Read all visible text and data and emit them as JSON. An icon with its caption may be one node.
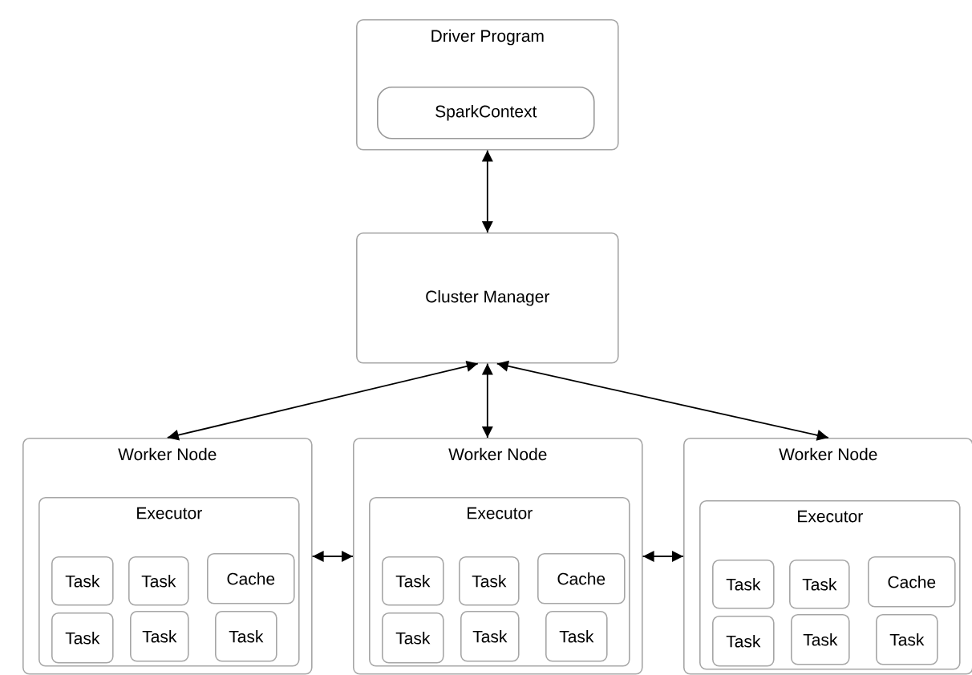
{
  "diagram": {
    "nodes": [
      {
        "text": [
          "Driver Program"
        ]
      },
      {
        "text": [
          "SparkContext"
        ],
        "in": 0
      },
      {
        "text": [
          "Cluster Manager"
        ]
      },
      {
        "text": [
          "Worker Node"
        ]
      },
      {
        "text": [
          "Executor"
        ],
        "in": 3
      },
      {
        "text": [
          "Task"
        ],
        "in": 4
      },
      {
        "text": [
          "Task"
        ],
        "in": 4
      },
      {
        "text": [
          "Cache"
        ],
        "in": 4
      },
      {
        "text": [
          "Task"
        ],
        "in": 4
      },
      {
        "text": [
          "Task"
        ],
        "in": 4
      },
      {
        "text": [
          "Task"
        ],
        "in": 4
      },
      {
        "text": [
          "Worker Node"
        ]
      },
      {
        "text": [
          "Executor"
        ],
        "in": 11
      },
      {
        "text": [
          "Task"
        ],
        "in": 12
      },
      {
        "text": [
          "Task"
        ],
        "in": 12
      },
      {
        "text": [
          "Cache"
        ],
        "in": 12
      },
      {
        "text": [
          "Task"
        ],
        "in": 12
      },
      {
        "text": [
          "Task"
        ],
        "in": 12
      },
      {
        "text": [
          "Task"
        ],
        "in": 12
      },
      {
        "text": [
          "Worker Node"
        ]
      },
      {
        "text": [
          "Executor"
        ],
        "in": 19
      },
      {
        "text": [
          "Task"
        ],
        "in": 20
      },
      {
        "text": [
          "Task"
        ],
        "in": 20
      },
      {
        "text": [
          "Cache"
        ],
        "in": 20
      },
      {
        "text": [
          "Task"
        ],
        "in": 20
      },
      {
        "text": [
          "Task"
        ],
        "in": 20
      },
      {
        "text": [
          "Task"
        ],
        "in": 20
      }
    ],
    "edges": [
      {
        "from": 0,
        "to": 2,
        "arrow": "both"
      },
      {
        "from": 2,
        "to": 3,
        "arrow": "both"
      },
      {
        "from": 2,
        "to": 11,
        "arrow": "both"
      },
      {
        "from": 2,
        "to": 19,
        "arrow": "both"
      },
      {
        "from": 3,
        "to": 11,
        "arrow": "both"
      },
      {
        "from": 11,
        "to": 19,
        "arrow": "both"
      }
    ]
  }
}
